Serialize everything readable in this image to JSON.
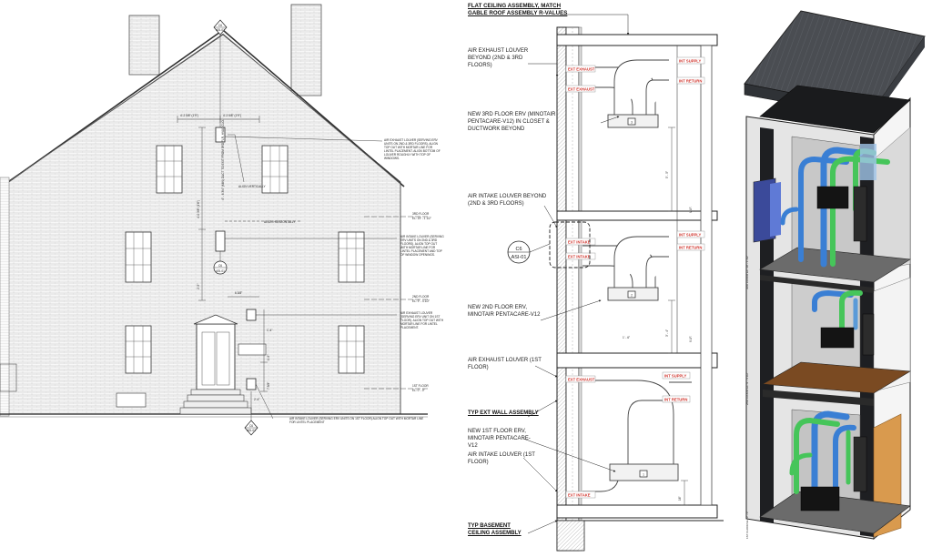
{
  "elevation": {
    "dims": [
      "4'-2 5/8\" (1'9\")",
      "4'-2 5/8\" (1'9\")",
      "6 3/8\"",
      "4'-0 3/8\" (1'6\")",
      "2'-5\"",
      "1'-9\"",
      "7 3/8\"",
      "1'-4\"",
      "2'-4\""
    ],
    "level_labels": [
      {
        "name": "3RD FLOOR",
        "elev": "EL: 19' - 1 1/2\""
      },
      {
        "name": "2ND FLOOR",
        "elev": "EL: 9' - 4 1/2\""
      },
      {
        "name": "1ST FLOOR",
        "elev": "EL: 0' - 0\""
      }
    ],
    "callout_top": {
      "num": "C6",
      "ref": "ASI-01"
    },
    "callout_mid": {
      "num": "C6",
      "ref": "ASI-01"
    },
    "callout_bottom": {
      "num": "C6",
      "ref": "ASI-01"
    },
    "notes": {
      "align_vert": "ALIGN VERTICALLY",
      "align_horiz": "ALIGN HORIZONTALLY",
      "n1": "AIR EXHAUST LOUVER (SERVING ERV UNITS ON 2ND & 3RD FLOORS). ALIGN TOP OUT WITH MORTAR LINE FOR LINTEL PLACEMENT. ALIGN BOTTOM OF LOUVER ROUGHLY WITH TOP OF WINDOWS.",
      "n2": "AIR INTAKE LOUVER (SERVING ERV UNITS ON 2ND & 3RD FLOORS). ALIGN TOP OUT WITH MORTAR LINE FOR LINTEL PLACEMENT AND TOP OF WINDOW OPENINGS.",
      "n3": "AIR EXHAUST LOUVER (SERVING ERV UNIT ON 1ST FLOOR). ALIGN TOP OUT WITH MORTAR LINE FOR LINTEL PLACEMENT.",
      "n4": "AIR INTAKE LOUVER (SERVING ERV UNITS ON 1ST FLOOR) ALIGN TOP OUT WITH MORTAR LINE FOR LINTEL PLACEMENT",
      "vent": "4\" - 6 3/4\" (MIN) DUCT TO EXIT FROM 3RD FLR. HVAC CLO."
    }
  },
  "section": {
    "top_label": "FLAT CEILING ASSEMBLY, MATCH GABLE ROOF ASSEMBLY R-VALUES",
    "labels": [
      "AIR EXHAUST LOUVER BEYOND (2ND & 3RD FLOORS)",
      "NEW 3RD FLOOR ERV (MINOTAIR PENTACARE-V12) IN CLOSET & DUCTWORK BEYOND",
      "AIR INTAKE LOUVER BEYOND (2ND & 3RD FLOORS)",
      "NEW 2ND FLOOR ERV, MINOTAIR PENTACARE-V12",
      "AIR EXHAUST LOUVER (1ST FLOOR)",
      "TYP EXT WALL ASSEMBLY",
      "NEW 1ST FLOOR ERV, MINOTAIR PENTACARE-V12",
      "AIR INTAKE LOUVER (1ST FLOOR)",
      "TYP BASEMENT CEILING ASSEMBLY"
    ],
    "callout": {
      "num": "C6",
      "ref": "ASI-01"
    },
    "duct_tags": {
      "ext_exhaust": "EXT EXHAUST",
      "ext_intake": "EXT INTAKE",
      "int_supply": "INT SUPPLY",
      "int_return": "INT RETURN"
    },
    "dims": [
      "5' - 5\"",
      "3' - 4\"",
      "1' - 6\"",
      "V.I.F.",
      "V.I.F.",
      "16\""
    ],
    "erv_tags": [
      "3",
      "2",
      "1"
    ]
  },
  "axon": {
    "level_tags": [
      "3RD FLOOR EL: 19' - 1 1/2\"",
      "2ND FLOOR EL: 9' - 4 1/2\"",
      "1ST FLOOR EL: 0' - 0\""
    ]
  }
}
